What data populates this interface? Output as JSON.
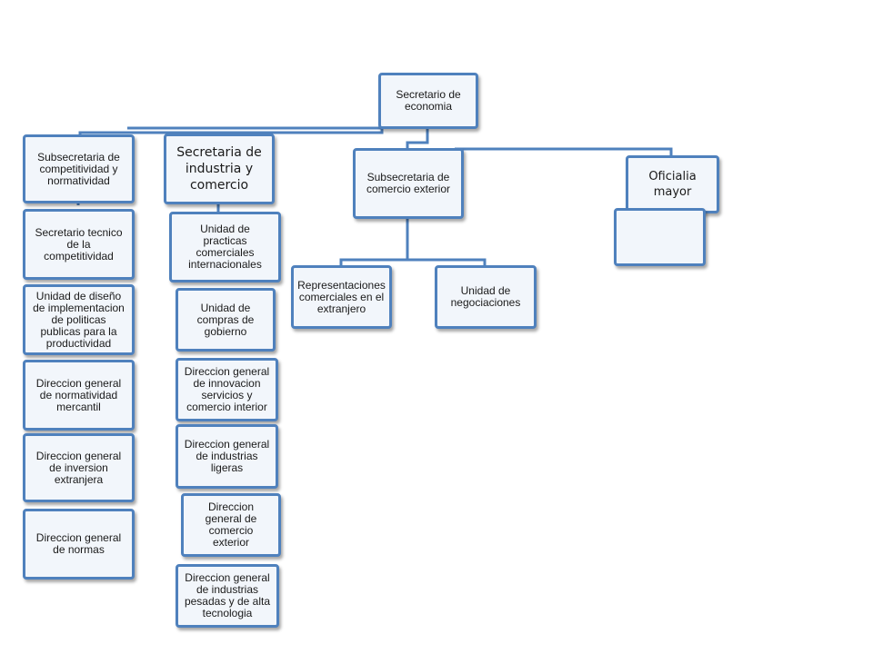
{
  "org_chart": {
    "root": "Secretario de economia",
    "branch1": {
      "head": "Subsecretaria de competitividad y normatividad",
      "units": [
        "Secretario tecnico de la competitividad",
        "Unidad de diseño de implementacion de politicas publicas para la productividad",
        "Direccion general de normatividad mercantil",
        "Direccion general de inversion extranjera",
        "Direccion general de normas"
      ]
    },
    "branch2": {
      "head": "Secretaria de industria y comercio",
      "units": [
        "Unidad de practicas comerciales internacionales",
        "Unidad de compras de gobierno",
        "Direccion general de innovacion servicios y comercio interior",
        "Direccion general de industrias ligeras",
        "Direccion general de comercio exterior",
        "Direccion general de industrias pesadas y de alta tecnologia"
      ]
    },
    "branch3": {
      "head": "Subsecretaria de comercio exterior",
      "units": [
        "Representaciones comerciales en el extranjero",
        "Unidad de negociaciones"
      ]
    },
    "branch4": {
      "head": "Oficialia mayor",
      "units": [
        ""
      ]
    }
  },
  "colors": {
    "border": "#4f81bd",
    "fill": "#f2f6fb",
    "connector": "#4f81bd"
  }
}
